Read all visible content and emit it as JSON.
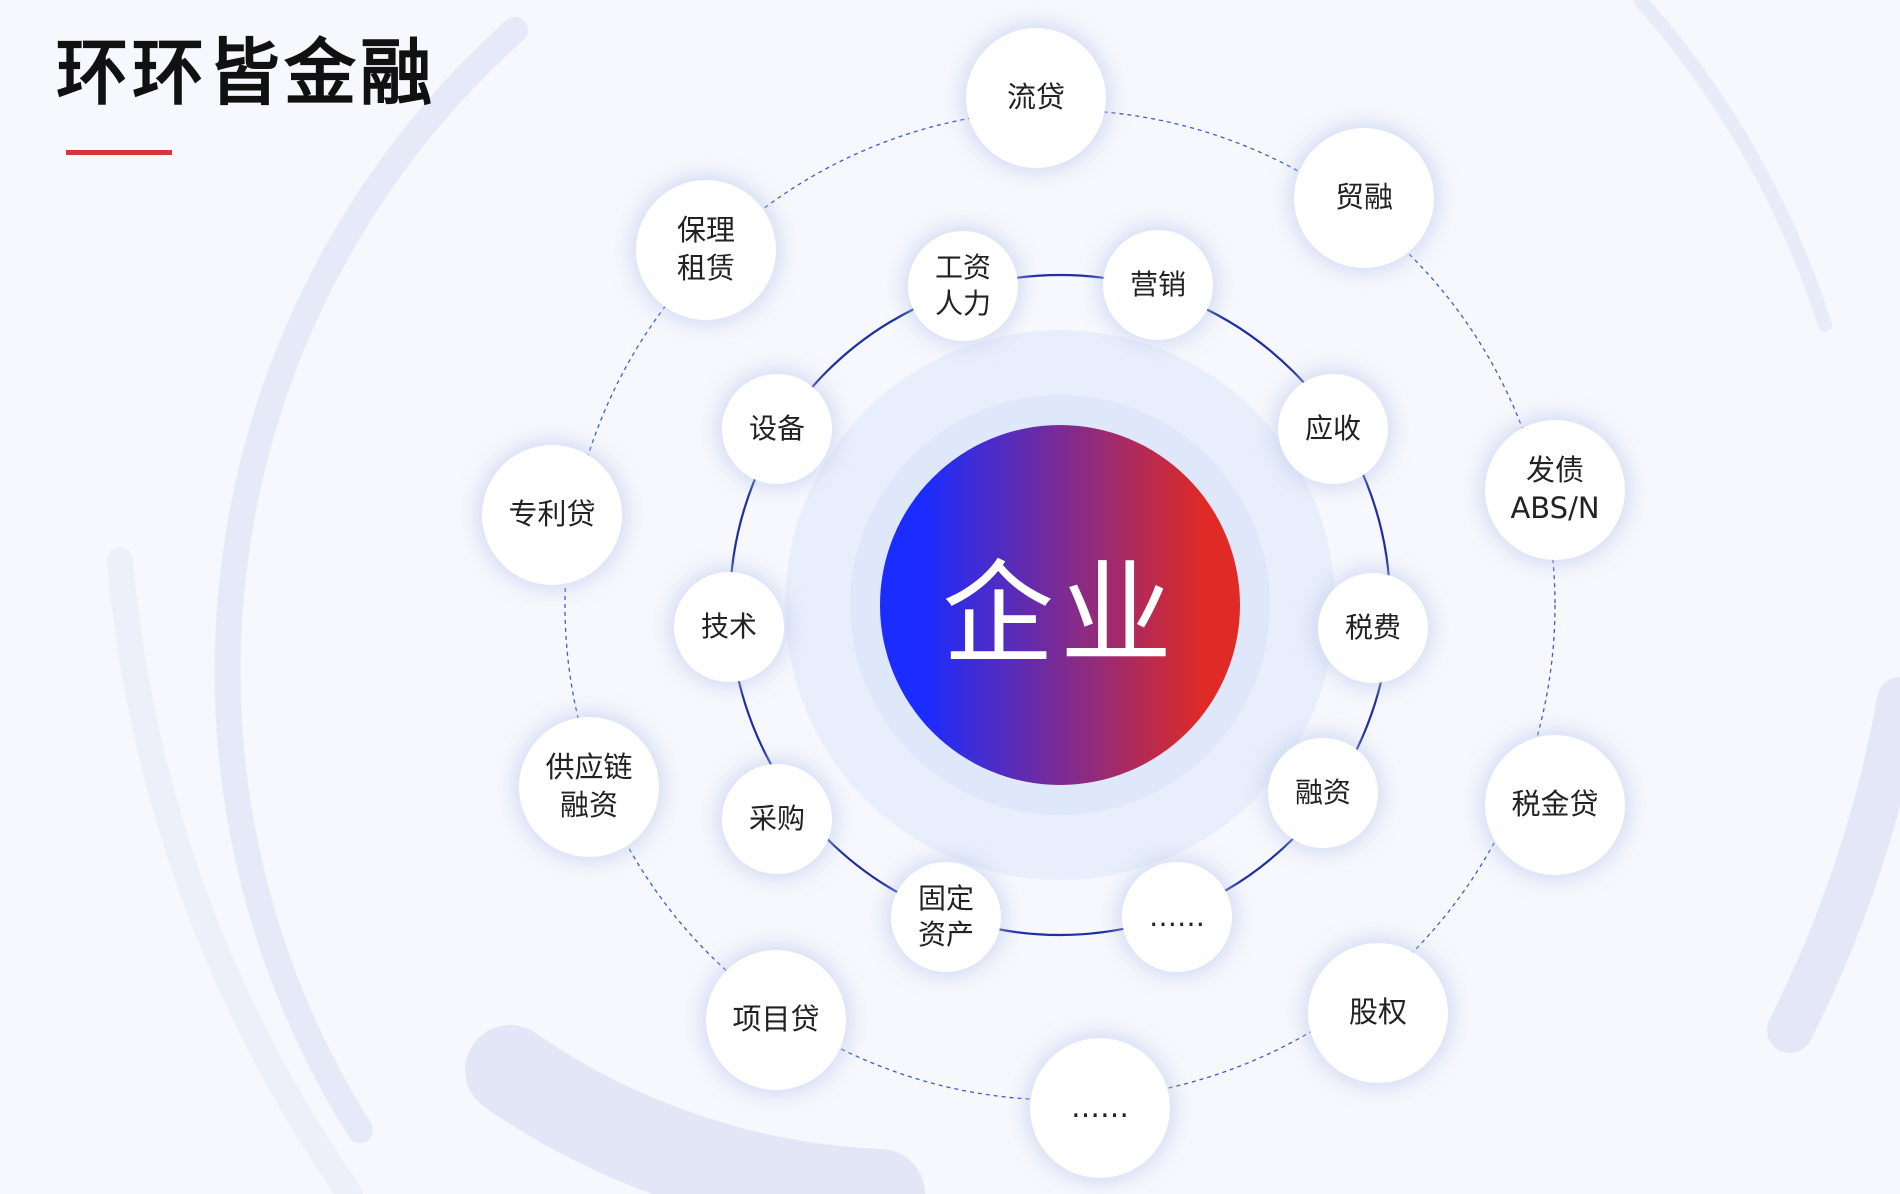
{
  "page": {
    "title": "环环皆金融"
  },
  "center": {
    "label": "企业",
    "gradient_start": "#1a2cff",
    "gradient_end": "#e02a25"
  },
  "colors": {
    "inner_ring": "#1f2f9e",
    "outer_ring": "#3c5bd6",
    "title_rule": "#d8343b",
    "background_arc": "#e5e8f8",
    "glow": "#dce6fa"
  },
  "outer_ring_items": [
    {
      "id": "liudai",
      "label": "流贷"
    },
    {
      "id": "maorong",
      "label": "贸融"
    },
    {
      "id": "fazhai",
      "label": "发债\nABS/N"
    },
    {
      "id": "shuijindai",
      "label": "税金贷"
    },
    {
      "id": "guquan",
      "label": "股权"
    },
    {
      "id": "more-outer",
      "label": "……"
    },
    {
      "id": "xiangmudai",
      "label": "项目贷"
    },
    {
      "id": "gongyinglian",
      "label": "供应链\n融资"
    },
    {
      "id": "zhuanlidai",
      "label": "专利贷"
    },
    {
      "id": "baoli",
      "label": "保理\n租赁"
    }
  ],
  "inner_ring_items": [
    {
      "id": "gongzi",
      "label": "工资\n人力"
    },
    {
      "id": "yingxiao",
      "label": "营销"
    },
    {
      "id": "yingshou",
      "label": "应收"
    },
    {
      "id": "shuifei",
      "label": "税费"
    },
    {
      "id": "rongzi",
      "label": "融资"
    },
    {
      "id": "more-inner",
      "label": "……"
    },
    {
      "id": "guding",
      "label": "固定\n资产"
    },
    {
      "id": "caigou",
      "label": "采购"
    },
    {
      "id": "jishu",
      "label": "技术"
    },
    {
      "id": "shebei",
      "label": "设备"
    }
  ]
}
